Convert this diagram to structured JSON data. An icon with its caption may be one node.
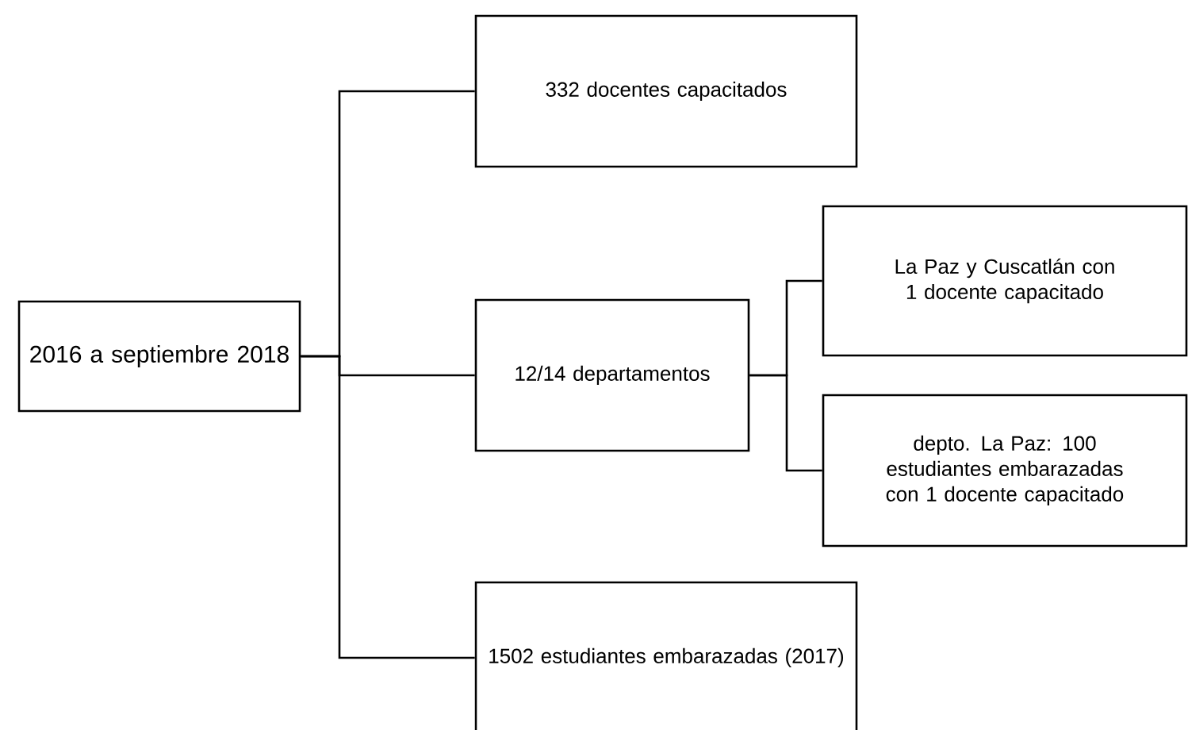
{
  "diagram": {
    "nodes": [
      {
        "text": [
          "2016 a septiembre 2018"
        ]
      },
      {
        "text": [
          "332 docentes capacitados"
        ]
      },
      {
        "text": [
          "12/14 departamentos"
        ]
      },
      {
        "text": [
          "La Paz y Cuscatlán con 1 docente capacitado"
        ]
      },
      {
        "text": [
          "depto. La Paz: 100 estudiantes embarazadas con 1 docente capacitado"
        ]
      },
      {
        "text": [
          "1502 estudiantes embarazadas (2017)"
        ]
      }
    ],
    "edges": [
      {
        "from": 0,
        "to": 1,
        "arrow": "none"
      },
      {
        "from": 0,
        "to": 2,
        "arrow": "none"
      },
      {
        "from": 0,
        "to": 5,
        "arrow": "none"
      },
      {
        "from": 2,
        "to": 3,
        "arrow": "none"
      },
      {
        "from": 2,
        "to": 4,
        "arrow": "none"
      }
    ]
  }
}
